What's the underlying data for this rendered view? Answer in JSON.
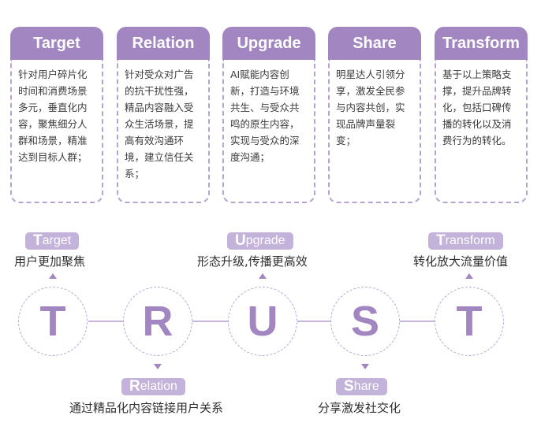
{
  "cards": [
    {
      "title": "Target",
      "text": "针对用户碎片化时间和消费场景多元，垂直化内容，聚焦细分人群和场景，精准达到目标人群；"
    },
    {
      "title": "Relation",
      "text": "针对受众对广告的抗干扰性强，精品内容融入受众生活场景，提高有效沟通环境，建立信任关系；"
    },
    {
      "title": "Upgrade",
      "text": "AI赋能内容创新，打造与环境共生、与受众共鸣的原生内容，实现与受众的深度沟通；"
    },
    {
      "title": "Share",
      "text": "明星达人引领分享，激发全民参与内容共创，实现品牌声量裂变；"
    },
    {
      "title": "Transform",
      "text": "基于以上策略支撑，提升品牌转化，包括口碑传播的转化以及消费行为的转化。"
    }
  ],
  "flow": {
    "letters": [
      "T",
      "R",
      "U",
      "S",
      "T"
    ],
    "labels": [
      {
        "initial": "T",
        "rest": "arget",
        "caption": "用户更加聚焦"
      },
      {
        "initial": "R",
        "rest": "elation",
        "caption": "通过精品化内容链接用户关系"
      },
      {
        "initial": "U",
        "rest": "pgrade",
        "caption": "形态升级,传播更高效"
      },
      {
        "initial": "S",
        "rest": "hare",
        "caption": "分享激发社交化"
      },
      {
        "initial": "T",
        "rest": "ransform",
        "caption": "转化放大流量价值"
      }
    ]
  },
  "colors": {
    "accent": "#a186c1",
    "pill": "#c3b2d9",
    "dashed_border": "#b6a2cf"
  }
}
